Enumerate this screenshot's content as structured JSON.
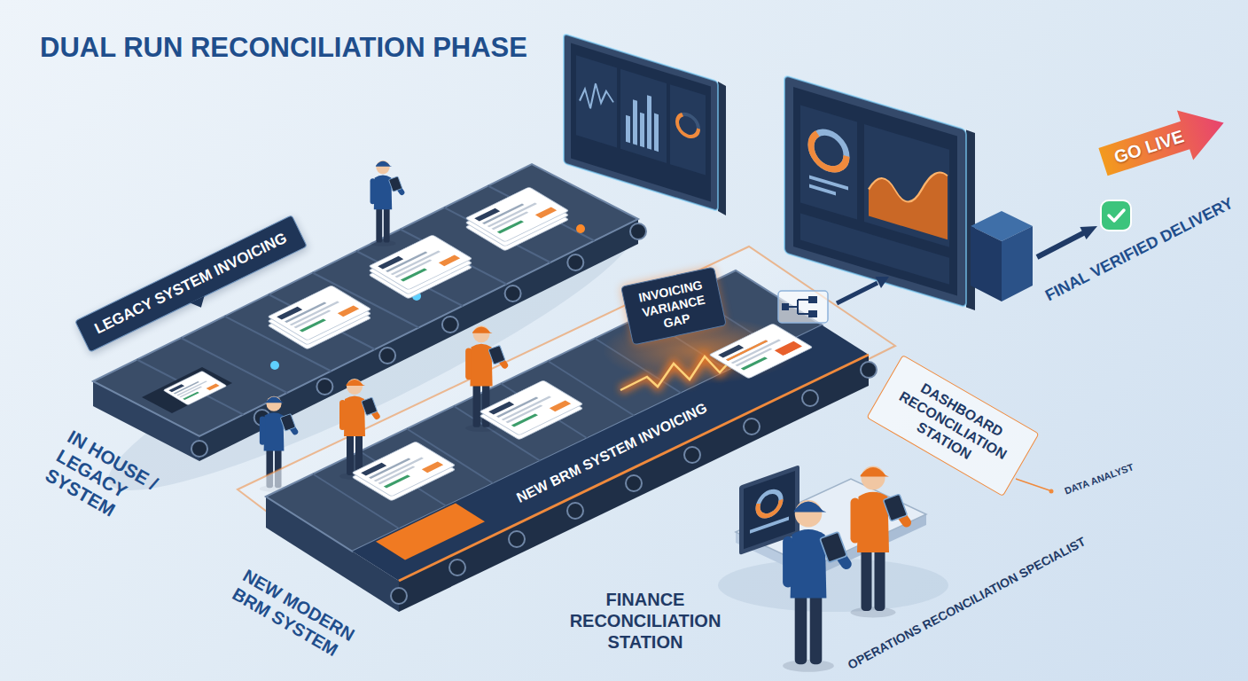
{
  "diagram": {
    "title": "DUAL RUN RECONCILIATION PHASE",
    "nodes": [
      {
        "text": [
          "LEGACY SYSTEM INVOICING"
        ]
      },
      {
        "text": [
          "INVOICING VARIANCE GAP"
        ]
      },
      {
        "text": [
          "GO LIVE"
        ]
      },
      {
        "text": [
          "DASHBOARD RECONCILIATION STATION"
        ]
      }
    ],
    "labels": [
      "IN HOUSE / LEGACY SYSTEM",
      "NEW BRM SYSTEM INVOICING",
      "FINAL VERIFIED DELIVERY",
      "DATA ANALYST",
      "NEW MODERN BRM SYSTEM",
      "FINANCE RECONCILIATION STATION",
      "OPERATIONS RECONCILIATION SPECIALIST"
    ]
  }
}
